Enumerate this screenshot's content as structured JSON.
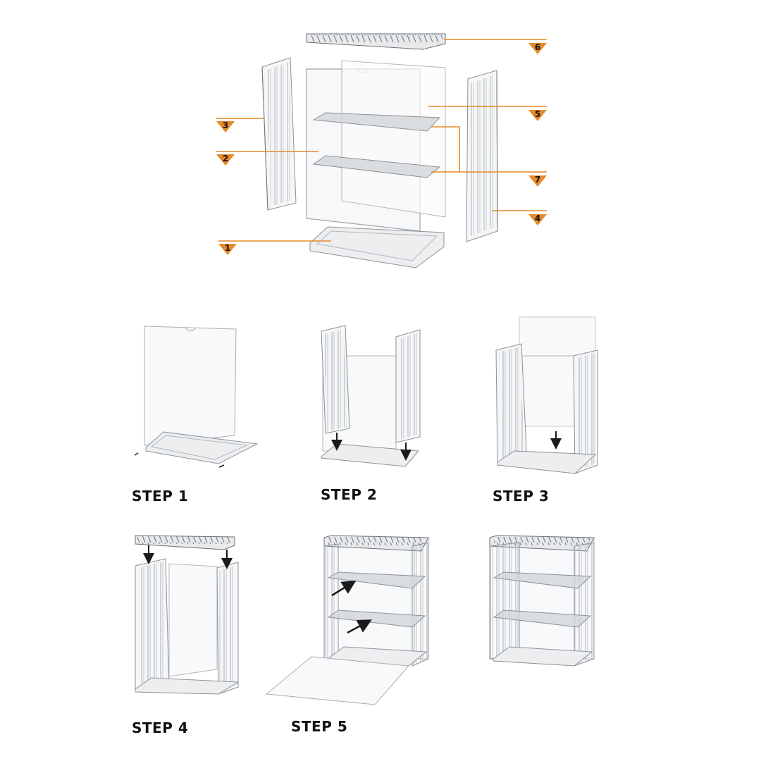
{
  "colors": {
    "accent": "#e58a2a",
    "outline": "#9ea3a8",
    "outline_dark": "#6e7378",
    "panel_fill": "#f3f5f7",
    "shelf_fill": "#d4d7da",
    "arrow": "#1a1a1a"
  },
  "exploded_view": {
    "parts": [
      {
        "number": "1"
      },
      {
        "number": "2"
      },
      {
        "number": "3"
      },
      {
        "number": "4"
      },
      {
        "number": "5"
      },
      {
        "number": "6"
      },
      {
        "number": "7"
      }
    ]
  },
  "steps": [
    {
      "label": "STEP 1"
    },
    {
      "label": "STEP 2"
    },
    {
      "label": "STEP 3"
    },
    {
      "label": "STEP 4"
    },
    {
      "label": "STEP 5"
    }
  ]
}
